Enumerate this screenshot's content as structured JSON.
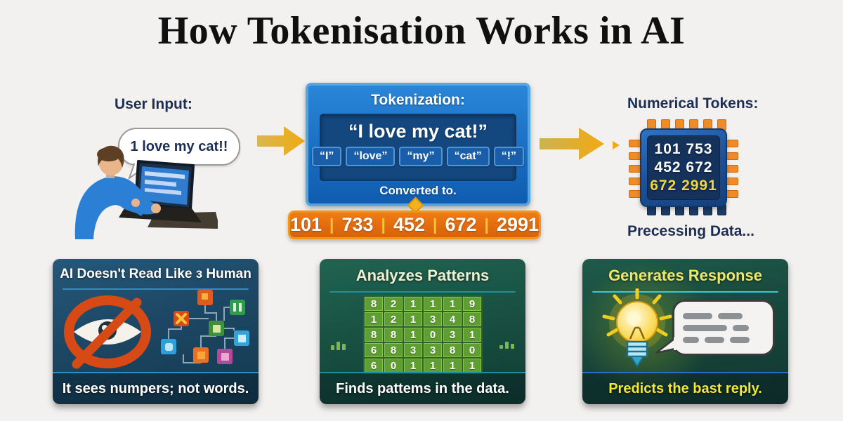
{
  "title": "How Tokenisation Works in AI",
  "flow": {
    "user_input": {
      "label": "User Input:",
      "speech_bubble": "1 love my cat!!"
    },
    "tokenization": {
      "label": "Tokenization:",
      "sentence": "“I love my cat!”",
      "tokens": [
        "“I”",
        "“love”",
        "“my”",
        "“cat”",
        "“!”"
      ],
      "converted_label": "Converted to.",
      "token_ids": [
        "101",
        "733",
        "452",
        "672",
        "2991"
      ],
      "id_separator": "|"
    },
    "numerical_tokens": {
      "label": "Numerical Tokens:",
      "chip_rows": [
        {
          "text": "101 753",
          "color": "#ffffff"
        },
        {
          "text": "452 672",
          "color": "#ffffff"
        },
        {
          "text": "672 2991",
          "color": "#f2d838"
        }
      ],
      "status": "Precessing Data..."
    }
  },
  "cards": [
    {
      "title": "AI Doesn't Read Like ɜ Human",
      "caption": "It sees numpers; not words."
    },
    {
      "title": "Analyzes Patterns",
      "caption": "Finds pattems in the data.",
      "grid": [
        [
          8,
          2,
          1,
          1,
          1,
          9
        ],
        [
          1,
          2,
          1,
          3,
          4,
          8
        ],
        [
          8,
          8,
          1,
          0,
          3,
          1
        ],
        [
          6,
          8,
          3,
          3,
          8,
          0
        ],
        [
          6,
          0,
          1,
          1,
          1,
          1
        ]
      ]
    },
    {
      "title": "Generates Response",
      "caption": "Predicts the bast reply."
    }
  ],
  "colors": {
    "background": "#f2f1ef",
    "navy_text": "#1c2e52",
    "arrow_gold": "#f2a912",
    "box_blue": "#1a6ec2",
    "box_blue_border": "#55a4e4",
    "panel_navy": "#13477e",
    "token_chip_blue": "#1a5ea9",
    "orange_bar": "#e26a0e",
    "orange_bar_border": "#f2951c",
    "id_separator_yellow": "#f5c33a",
    "chip_pin_orange": "#f08c28",
    "chip_screen_navy": "#14325c",
    "token_yellow": "#f2d838",
    "card1_bg": "#1c4764",
    "card2_bg": "#174d40",
    "card3_bg": "#16443a",
    "grid_cell_green": "#5f9e33",
    "no_eye_red": "#d84a15",
    "bulb_yellow": "#f6c813",
    "caption3_yellow": "#f2e838"
  }
}
